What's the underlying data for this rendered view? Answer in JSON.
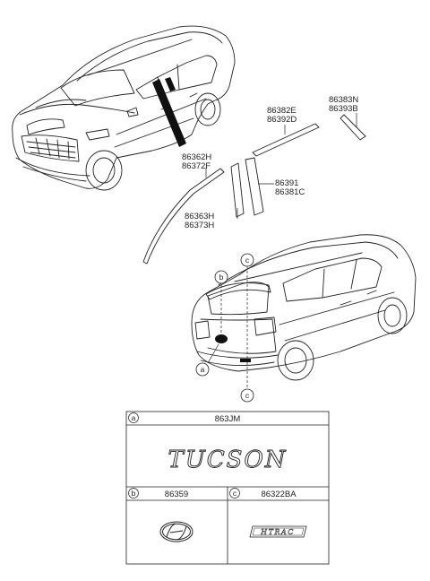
{
  "parts": {
    "top_center_1": "86382E",
    "top_center_2": "86392D",
    "top_right_1": "86383N",
    "top_right_2": "86393B",
    "mid_left_1": "86362H",
    "mid_left_2": "86372F",
    "mid_right_1": "86391",
    "mid_right_2": "86381C",
    "lower_left_1": "86363H",
    "lower_left_2": "86373H"
  },
  "callouts": {
    "a": "a",
    "b": "b",
    "c": "c"
  },
  "table": {
    "row_a": {
      "letter": "a",
      "part": "863JM",
      "emblem": "TUCSON"
    },
    "row_b": {
      "letter": "b",
      "part": "86359"
    },
    "row_c": {
      "letter": "c",
      "part": "86322BA",
      "emblem": "HTRAC"
    }
  }
}
